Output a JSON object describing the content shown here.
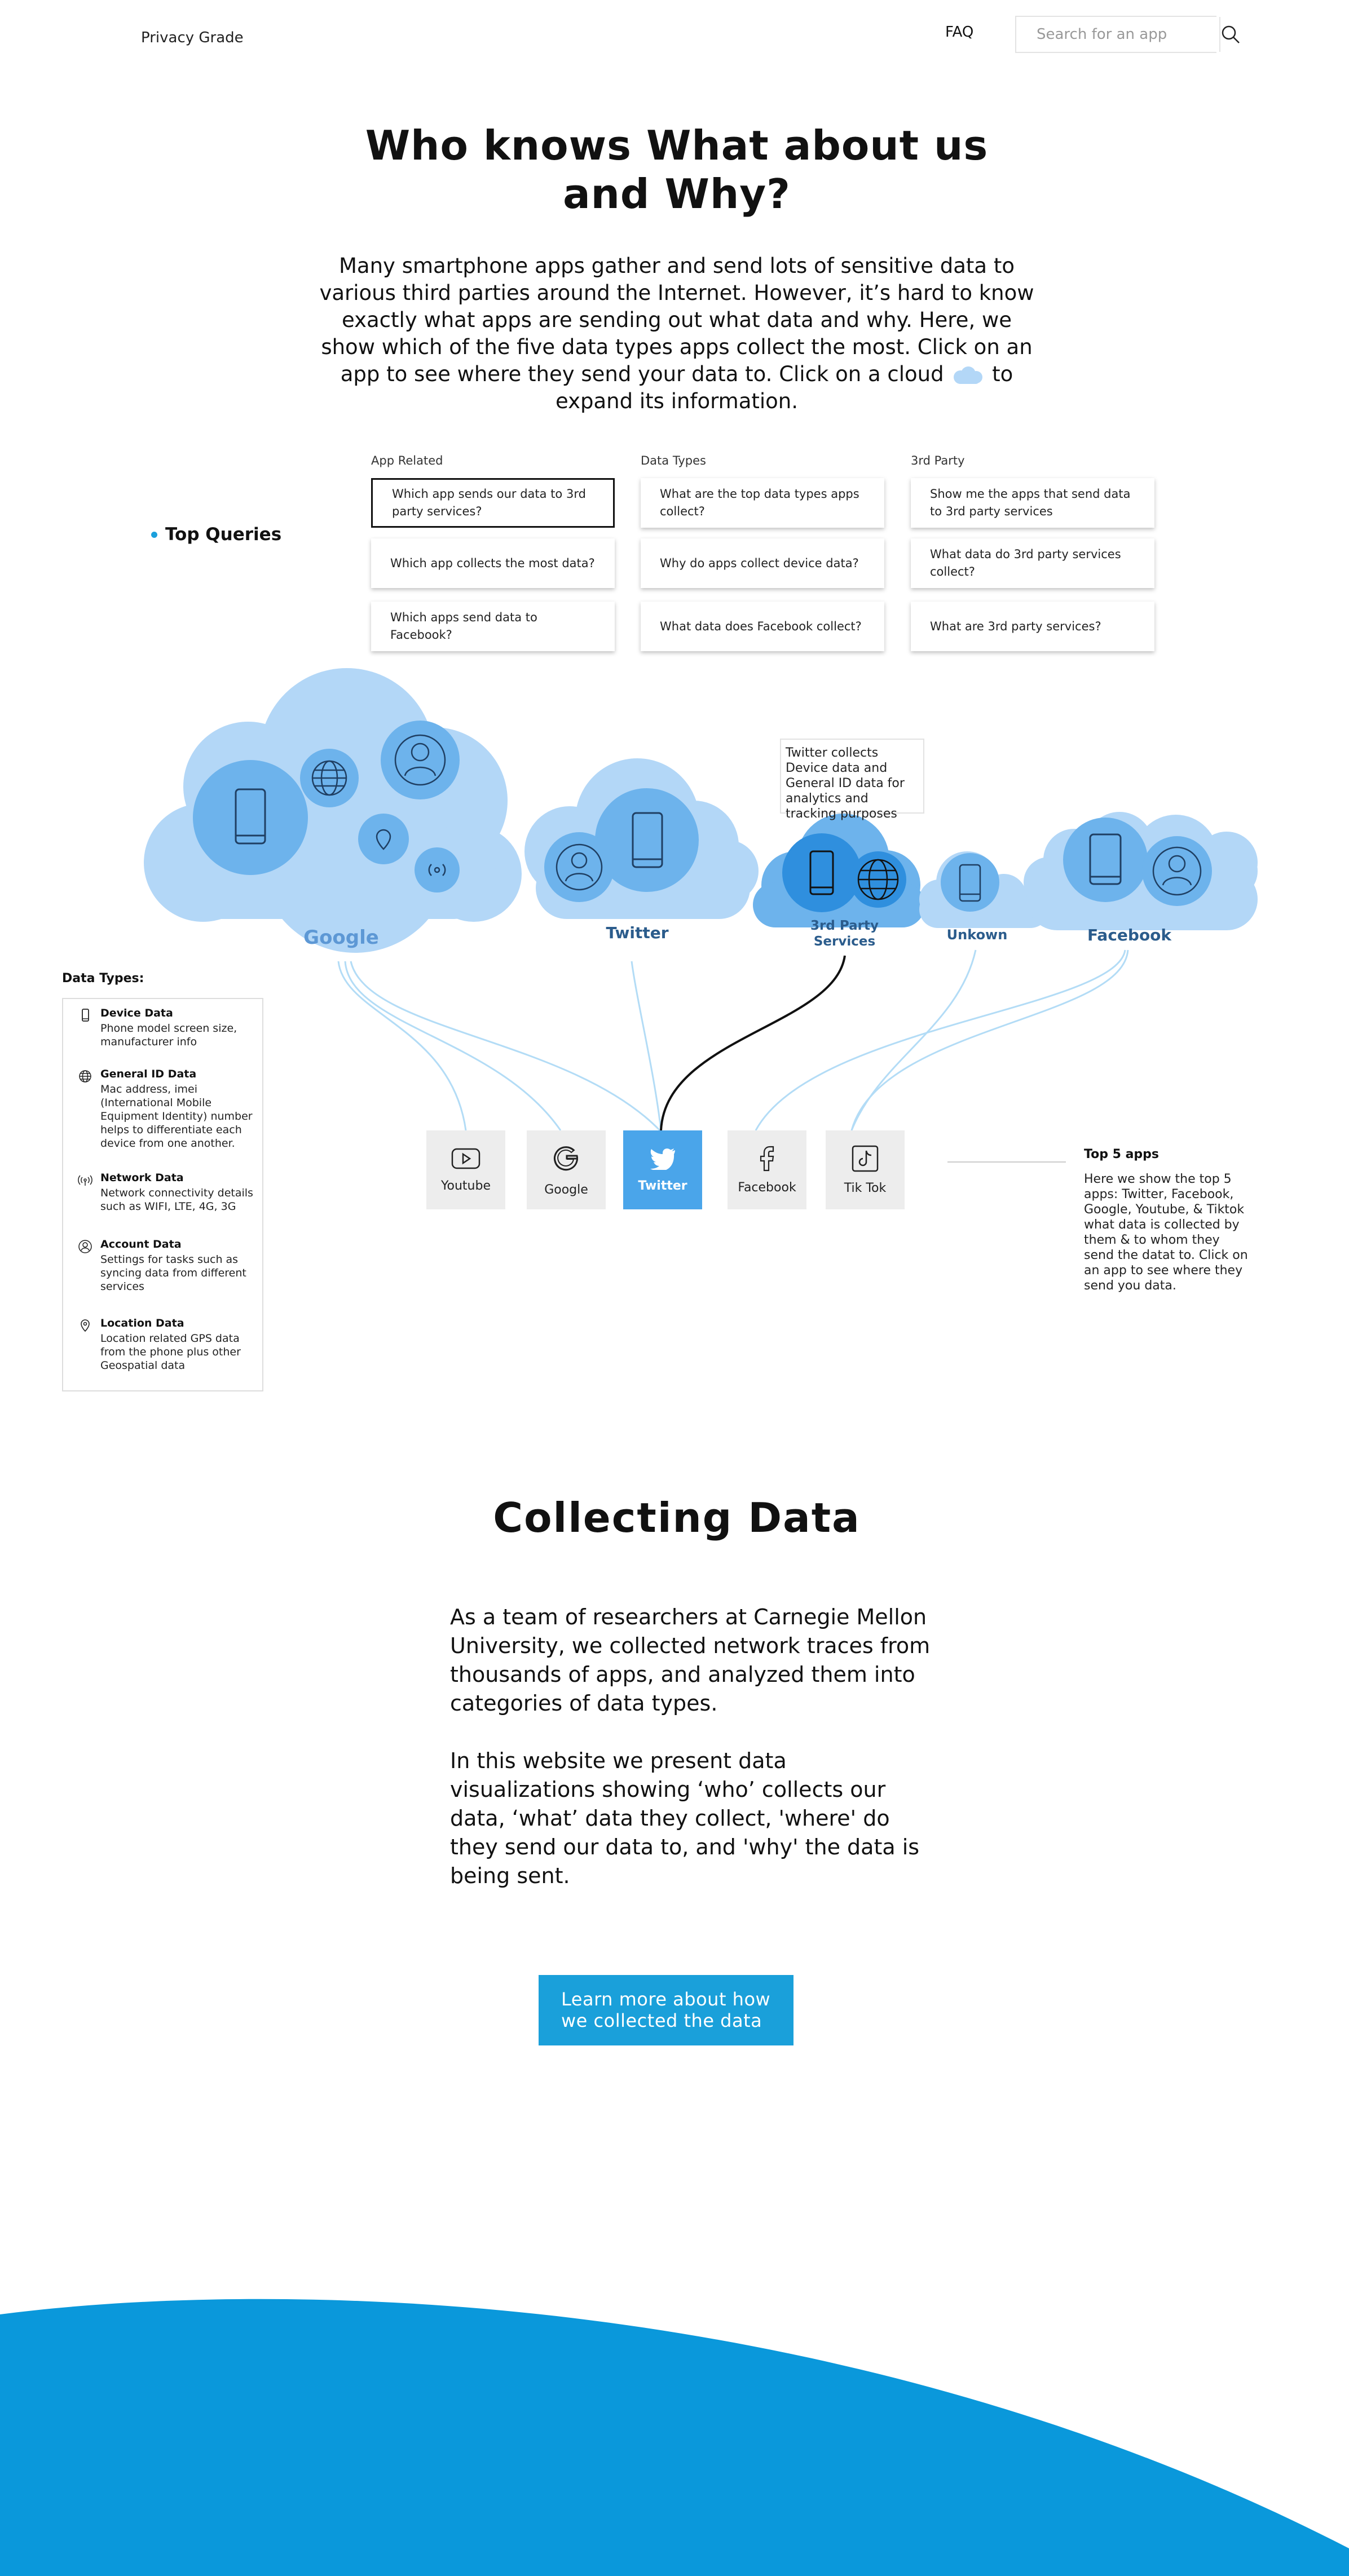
{
  "nav": {
    "brand": "Privacy Grade",
    "faq": "FAQ",
    "search_placeholder": "Search for an app"
  },
  "hero": {
    "title": "Who knows What about us and Why?",
    "text_before": "Many smartphone apps gather and send lots of sensitive data to various third parties around the Internet. However, it’s hard to know exactly what apps are sending out what data and why. Here, we show which of the five data types apps collect the most. Click on an app to see where they send your data to. Click on a cloud",
    "text_after": "to expand its information."
  },
  "queries": {
    "heading": "Top Queries",
    "columns": [
      {
        "label": "App Related",
        "items": [
          "Which app sends our data to 3rd party services?",
          "Which app collects the most data?",
          "Which apps send data to Facebook?"
        ]
      },
      {
        "label": "Data Types",
        "items": [
          "What are the top data types apps collect?",
          "Why do apps collect device data?",
          "What data does Facebook collect?"
        ]
      },
      {
        "label": "3rd Party",
        "items": [
          "Show me the apps that send data to 3rd party services",
          "What data do 3rd party services collect?",
          "What are 3rd party services?"
        ]
      }
    ]
  },
  "clouds": {
    "google": "Google",
    "twitter": "Twitter",
    "third_party": "3rd Party Services",
    "unknown": "Unkown",
    "facebook": "Facebook"
  },
  "tooltip": "Twitter collects Device data and General ID data for analytics and tracking purposes",
  "data_types": {
    "title": "Data Types:",
    "items": [
      {
        "name": "Device Data",
        "desc": "Phone model screen size, manufacturer info",
        "icon": "phone-icon"
      },
      {
        "name": "General ID Data",
        "desc": "Mac address, imei (International Mobile Equipment Identity) number helps to differentiate each device from one another.",
        "icon": "globe-icon"
      },
      {
        "name": "Network Data",
        "desc": "Network connectivity details such as WIFI, LTE, 4G, 3G",
        "icon": "signal-icon"
      },
      {
        "name": "Account Data",
        "desc": "Settings for tasks such as syncing data from different services",
        "icon": "user-icon"
      },
      {
        "name": "Location Data",
        "desc": "Location related GPS data from the phone plus other Geospatial data",
        "icon": "pin-icon"
      }
    ]
  },
  "apps": [
    {
      "label": "Youtube",
      "icon": "youtube-icon"
    },
    {
      "label": "Google",
      "icon": "google-icon"
    },
    {
      "label": "Twitter",
      "icon": "twitter-icon",
      "active": true
    },
    {
      "label": "Facebook",
      "icon": "facebook-icon"
    },
    {
      "label": "Tik Tok",
      "icon": "tiktok-icon"
    }
  ],
  "top5": {
    "title": "Top 5 apps",
    "text": "Here we show the top 5 apps: Twitter, Facebook, Google, Youtube, & Tiktok what data is collected by them & to whom they send the datat to. Click on an app to see where they send you data."
  },
  "collecting": {
    "title": "Collecting Data",
    "p1": "As a team of researchers at Carnegie Mellon University, we collected network traces from thousands of apps, and analyzed them into categories of data types.",
    "p2": "In this website we present data visualizations showing ‘who’ collects our data, ‘what’ data they collect, 'where' do they send our data to, and 'why' the data is being sent.",
    "cta": "Learn more about how we collected the data"
  },
  "colors": {
    "accent": "#1aa0da",
    "cloud_light": "#b3d7f7",
    "cloud_mid": "#6db3ec",
    "label_blue": "#2b5c8c",
    "twitter_tile": "#4aa5ea",
    "footer_wave": "#0a98db"
  }
}
